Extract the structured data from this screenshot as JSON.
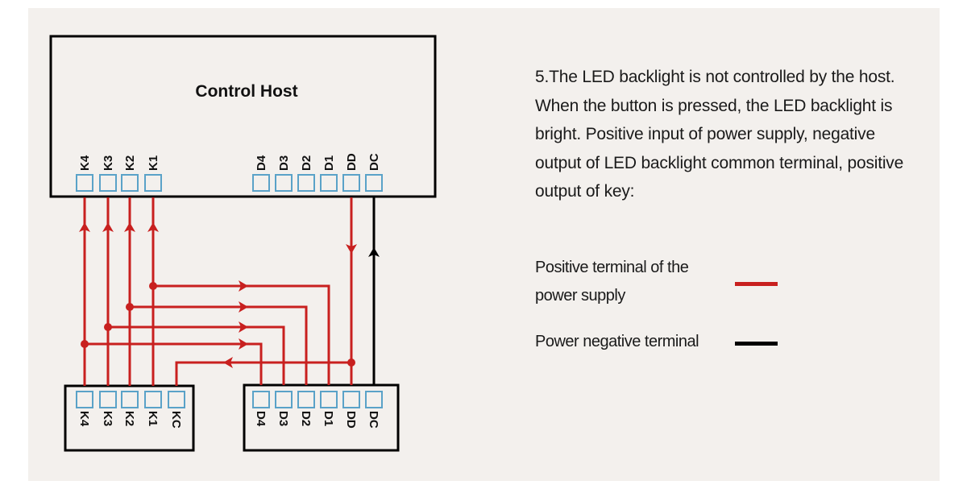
{
  "diagram": {
    "host": {
      "title": "Control Host",
      "k_pins": [
        "K4",
        "K3",
        "K2",
        "K1"
      ],
      "d_pins": [
        "D4",
        "D3",
        "D2",
        "D1",
        "DD",
        "DC"
      ]
    },
    "key_module": {
      "pins": [
        "K4",
        "K3",
        "K2",
        "K1",
        "KC"
      ]
    },
    "led_module": {
      "pins": [
        "D4",
        "D3",
        "D2",
        "D1",
        "DD",
        "DC"
      ]
    },
    "colors": {
      "positive": "#c8201f",
      "negative": "#000000",
      "pin_outline": "#5aa2c8",
      "box_outline": "#000000"
    }
  },
  "description": "5.The LED backlight is not controlled by the host. When the button is pressed, the LED backlight is bright. Positive input of power supply, negative output of LED backlight common terminal, positive output of key:",
  "legend": [
    {
      "label_line1": "Positive terminal of the",
      "label_line2": "power supply",
      "color": "#c8201f"
    },
    {
      "label_line1": "Power negative terminal",
      "label_line2": "",
      "color": "#000000"
    }
  ]
}
